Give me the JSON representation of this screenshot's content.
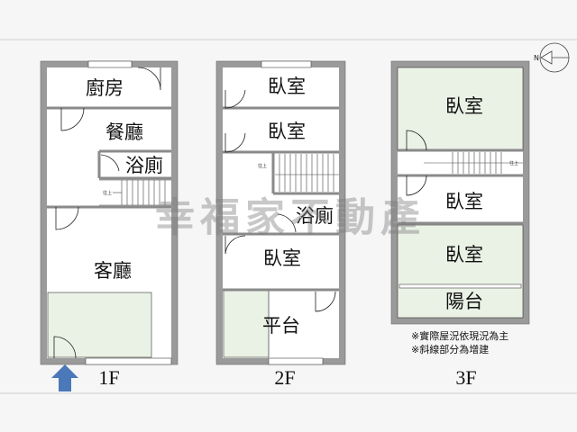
{
  "floors": [
    {
      "label": "1F",
      "rooms": [
        "廚房",
        "餐廳",
        "浴廁",
        "客廳"
      ]
    },
    {
      "label": "2F",
      "rooms": [
        "臥室",
        "臥室",
        "浴廁",
        "臥室",
        "平台"
      ]
    },
    {
      "label": "3F",
      "rooms": [
        "臥室",
        "臥室",
        "臥室",
        "陽台"
      ]
    }
  ],
  "notes": [
    "※實際屋況依現況為主",
    "※斜線部分為增建"
  ],
  "watermark": "幸福家不動產",
  "compass_letter": "N",
  "stair_labels": [
    "往上",
    "往上",
    "往上"
  ],
  "colors": {
    "wall": "#9a9a9a",
    "annex": "#eaf2e6",
    "entrance_arrow": "#4a78b8"
  }
}
